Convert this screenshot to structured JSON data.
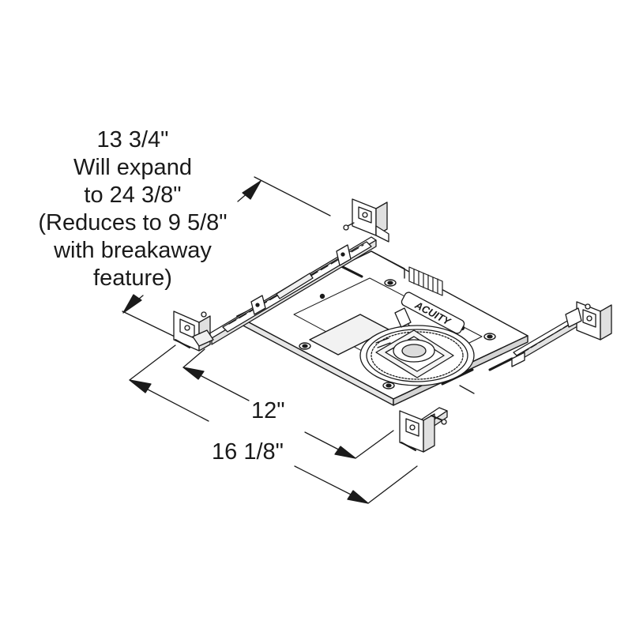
{
  "brand": "ACUITY",
  "width_dimension": {
    "lines": [
      "13 3/4\"",
      "Will expand",
      "to 24 3/8\"",
      "(Reduces to 9 5/8\"",
      "with breakaway",
      "feature)"
    ]
  },
  "depth_dimension_inner": "12\"",
  "depth_dimension_outer": "16 1/8\"",
  "colors": {
    "line": "#1a1a1a",
    "fill": "#ffffff",
    "shade": "#cfcfcf"
  }
}
